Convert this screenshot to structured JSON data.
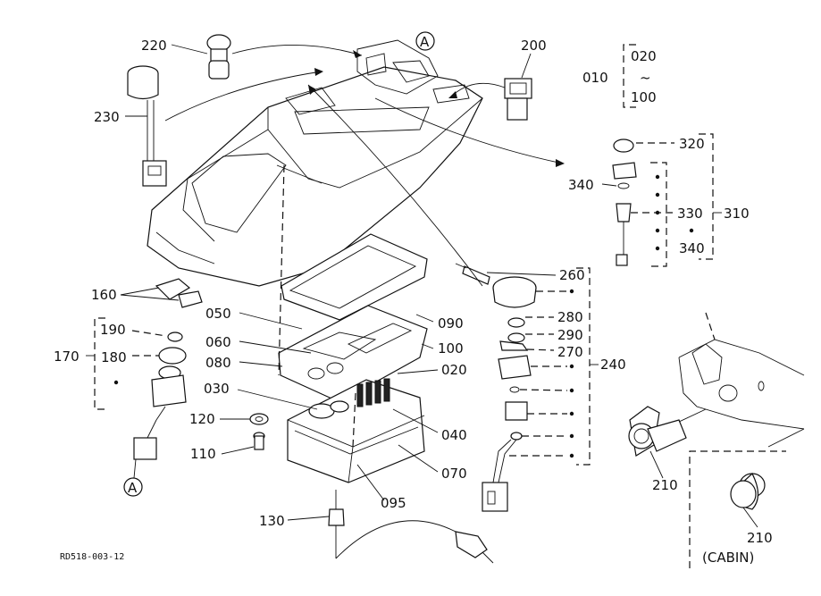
{
  "labels": {
    "p220": "220",
    "p200": "200",
    "p230": "230",
    "p010": "010",
    "p020_range": "020",
    "tilde": "~",
    "p100_range": "100",
    "p320": "320",
    "p340a": "340",
    "p330": "330",
    "p310": "310",
    "p340b": "340",
    "p160": "160",
    "p190": "190",
    "p180": "180",
    "p170": "170",
    "p050": "050",
    "p060": "060",
    "p080": "080",
    "p030": "030",
    "p090": "090",
    "p100": "100",
    "p020": "020",
    "p040": "040",
    "p070": "070",
    "p095": "095",
    "p120": "120",
    "p110": "110",
    "p130": "130",
    "p260": "260",
    "p280": "280",
    "p290": "290",
    "p270": "270",
    "p240": "240",
    "p210a": "210",
    "p210b": "210",
    "cabin": "(CABIN)",
    "refA_top": "A",
    "refA_bottom": "A",
    "ref_code": "RD518-003-12"
  }
}
